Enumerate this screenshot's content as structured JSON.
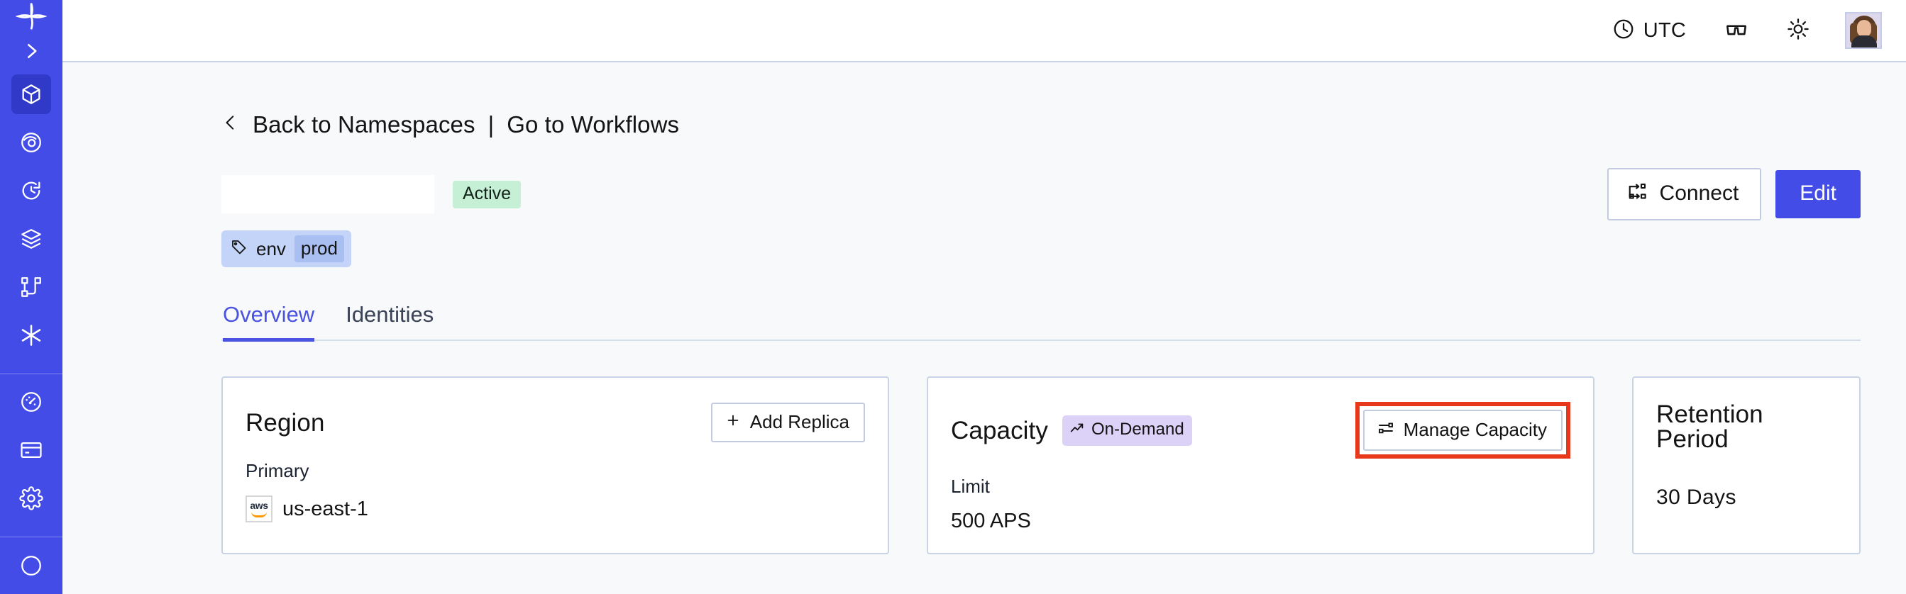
{
  "sidebar": {
    "logo_icon": "temporal-logo-icon",
    "expand_icon": "chevron-right-icon",
    "items": [
      {
        "name": "namespaces",
        "icon": "cube-icon",
        "active": true
      },
      {
        "name": "observability",
        "icon": "eye-swirl-icon",
        "active": false
      },
      {
        "name": "schedules",
        "icon": "clock-rewind-icon",
        "active": false
      },
      {
        "name": "stacks",
        "icon": "layers-icon",
        "active": false
      },
      {
        "name": "workflows",
        "icon": "git-branch-icon",
        "active": false
      },
      {
        "name": "connectors",
        "icon": "asterisk-icon",
        "active": false
      }
    ],
    "bottom_items": [
      {
        "name": "usage",
        "icon": "gauge-icon",
        "active": false
      },
      {
        "name": "billing",
        "icon": "credit-card-icon",
        "active": false
      },
      {
        "name": "settings",
        "icon": "gear-icon",
        "active": false
      }
    ]
  },
  "topbar": {
    "timezone_icon": "clock-icon",
    "timezone_label": "UTC",
    "glasses_icon": "glasses-icon",
    "theme_icon": "sun-icon",
    "avatar_icon": "user-avatar"
  },
  "breadcrumb": {
    "back_icon": "chevron-left-icon",
    "back_label": "Back to Namespaces",
    "separator": "|",
    "forward_label": "Go to Workflows"
  },
  "header": {
    "namespace_name": "",
    "status_badge": "Active",
    "connect_label": "Connect",
    "connect_icon": "network-flow-icon",
    "edit_label": "Edit",
    "tag": {
      "icon": "tag-icon",
      "key": "env",
      "value": "prod"
    }
  },
  "tabs": [
    {
      "label": "Overview",
      "active": true
    },
    {
      "label": "Identities",
      "active": false
    }
  ],
  "cards": {
    "region": {
      "title": "Region",
      "action_label": "Add Replica",
      "action_icon": "plus-icon",
      "sub_label": "Primary",
      "provider_icon": "aws-logo",
      "value": "us-east-1"
    },
    "capacity": {
      "title": "Capacity",
      "badge_label": "On-Demand",
      "badge_icon": "trending-up-icon",
      "action_label": "Manage Capacity",
      "action_icon": "sliders-icon",
      "highlighted": true,
      "sub_label": "Limit",
      "value": "500 APS"
    },
    "retention": {
      "title": "Retention Period",
      "value": "30 Days"
    }
  },
  "colors": {
    "brand_indigo": "#444CE7",
    "sidebar_active": "#3139C9",
    "page_bg": "#F7F9FB",
    "card_border": "#C8D3E6",
    "status_active_bg": "#C6F0D5",
    "tag_bg": "#C3D4F8",
    "tag_value_bg": "#A9BFF2",
    "ondemand_bg": "#DCD1F6",
    "highlight_red": "#E8381B",
    "tab_active": "#4A52E0"
  }
}
